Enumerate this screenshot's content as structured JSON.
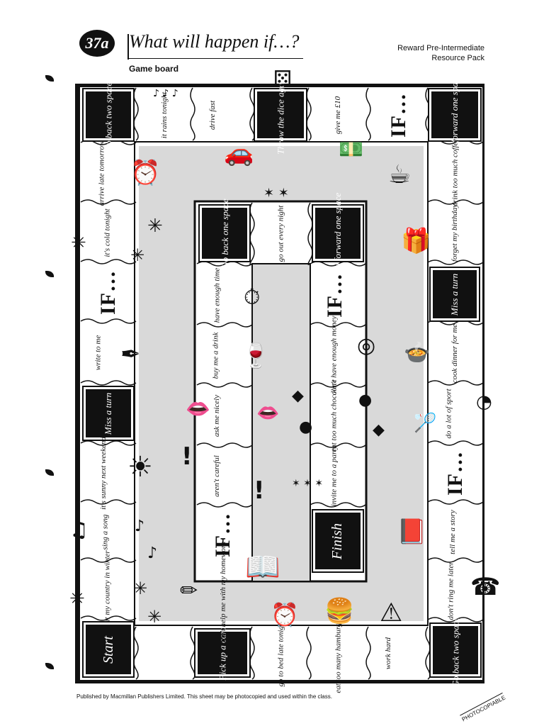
{
  "header": {
    "badge": "37a",
    "title": "What will happen if…?",
    "subtitle": "Game board",
    "publisher_line1": "Reward Pre-Intermediate",
    "publisher_line2": "Resource Pack"
  },
  "footer": {
    "notice": "Published by Macmillan Publishers Limited. This sheet may be photocopied and used within the class.",
    "stamp": "PHOTOCOPIABLE"
  },
  "outer": {
    "left": [
      "Go back two spaces",
      "arrive late tomorrow",
      "it's cold tonight",
      "IF…",
      "write to me",
      "Miss a turn",
      "it's sunny next weekend",
      "sing a song",
      "visit my country in winter",
      "Start"
    ],
    "top": [
      "it rains tonight",
      "drive fast",
      "Throw the dice again",
      "give me £10",
      "IF…",
      "Go forward one space"
    ],
    "right": [
      "drink too much coffee",
      "forget my birthday",
      "Miss a turn",
      "cook dinner for me",
      "do a lot of sport",
      "IF…",
      "tell me a story",
      "don't ring me later",
      "Go back two spaces"
    ],
    "bottom": [
      "Pick up a card",
      "go to bed late tonight",
      "eat too many hamburgers",
      "work hard"
    ]
  },
  "inner": {
    "left": [
      "Go back one space",
      "have enough time",
      "buy me a drink",
      "ask me nicely",
      "aren't careful",
      "IF…",
      "don't help me with my homework"
    ],
    "middle": [
      "go out every night"
    ],
    "right": [
      "Go forward one space",
      "IF…",
      "don't have enough money",
      "eat too much chocolate",
      "invite me to a party",
      "Finish"
    ]
  }
}
